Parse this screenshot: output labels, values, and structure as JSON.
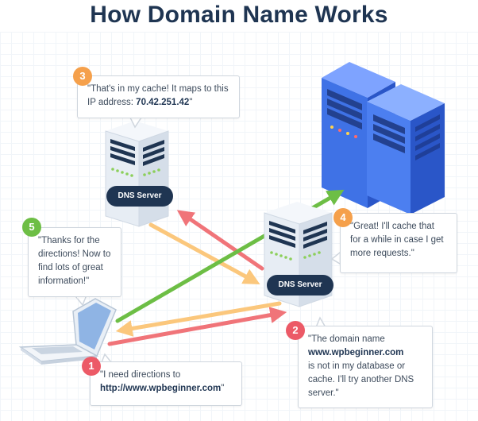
{
  "title": "How Domain Name Works",
  "servers": {
    "dns1_label": "DNS Server",
    "dns2_label": "DNS Server"
  },
  "steps": [
    {
      "num": "1",
      "text_a": "\"I need directions to",
      "text_b": "http://www.wpbeginner.com",
      "text_c": "\""
    },
    {
      "num": "2",
      "text_a": "\"The domain name",
      "text_b": "www.wpbeginner.com",
      "text_c": "is not in my database or cache. I'll try another DNS server.\""
    },
    {
      "num": "3",
      "text_a": "\"That's in my cache! It maps to this IP address:",
      "text_b": "70.42.251.42",
      "text_c": "\""
    },
    {
      "num": "4",
      "text_a": "\"Great! I'll cache that for a while in case I get more requests.\""
    },
    {
      "num": "5",
      "text_a": "\"Thanks for the directions! Now to find lots of great information!\""
    }
  ],
  "colors": {
    "red_arrow": "#f07479",
    "orange_arrow": "#fbc77c",
    "green_arrow": "#6dbe45",
    "server_blue": "#3f72e6",
    "navy": "#1f3552"
  },
  "icons": [
    "laptop-icon",
    "dns-server-icon",
    "web-server-icon"
  ]
}
